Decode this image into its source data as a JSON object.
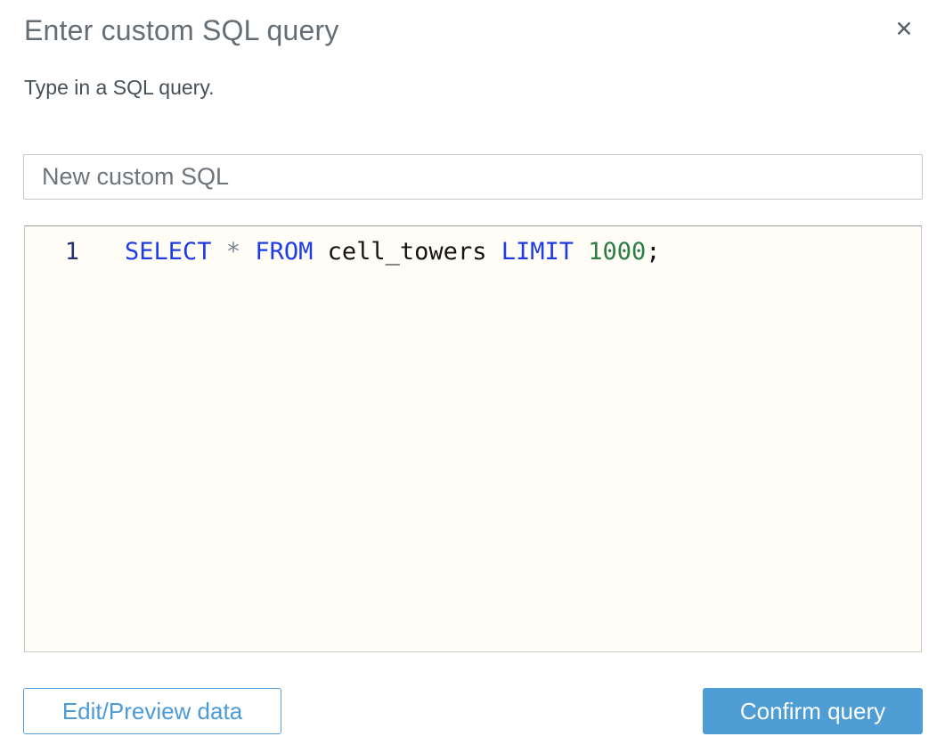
{
  "dialog": {
    "title": "Enter custom SQL query",
    "subtitle": "Type in a SQL query.",
    "close_icon": "✕"
  },
  "name_input": {
    "value": "New custom SQL"
  },
  "editor": {
    "line_number": "1",
    "sql_text": "SELECT * FROM cell_towers LIMIT 1000;",
    "tokens": [
      {
        "text": "SELECT",
        "type": "keyword"
      },
      {
        "text": "*",
        "type": "operator"
      },
      {
        "text": "FROM",
        "type": "keyword"
      },
      {
        "text": "cell_towers",
        "type": "identifier"
      },
      {
        "text": "LIMIT",
        "type": "keyword"
      },
      {
        "text": "1000",
        "type": "number"
      },
      {
        "text": ";",
        "type": "punct"
      }
    ]
  },
  "footer": {
    "edit_preview_label": "Edit/Preview data",
    "confirm_label": "Confirm query"
  },
  "colors": {
    "keyword": "#1e3ce6",
    "operator": "#7b8698",
    "identifier": "#141414",
    "number": "#2d7d46",
    "line_number": "#24356e",
    "editor_background": "#fffdf5",
    "accent_blue": "#4e9dd4",
    "title_gray": "#656d75"
  }
}
